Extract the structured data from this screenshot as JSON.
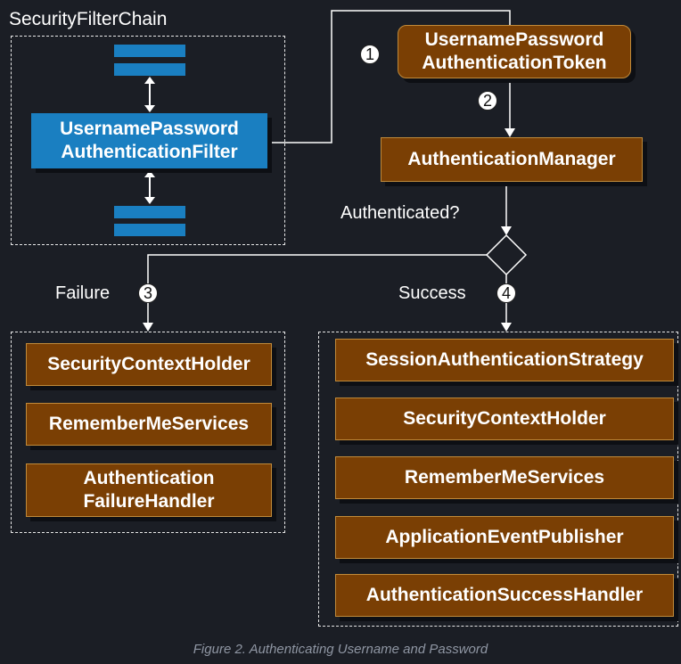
{
  "title": "SecurityFilterChain",
  "filter": {
    "line1": "UsernamePassword",
    "line2": "AuthenticationFilter"
  },
  "token": {
    "line1": "UsernamePassword",
    "line2": "AuthenticationToken"
  },
  "manager": "AuthenticationManager",
  "question": "Authenticated?",
  "failure": {
    "label": "Failure",
    "step": "3",
    "items": [
      "SecurityContextHolder",
      "RememberMeServices"
    ],
    "handler": {
      "line1": "Authentication",
      "line2": "FailureHandler"
    }
  },
  "success": {
    "label": "Success",
    "step": "4",
    "items": [
      "SessionAuthenticationStrategy",
      "SecurityContextHolder",
      "RememberMeServices",
      "ApplicationEventPublisher",
      "AuthenticationSuccessHandler"
    ]
  },
  "steps": {
    "one": "1",
    "two": "2"
  },
  "caption": "Figure 2. Authenticating Username and Password",
  "colors": {
    "background": "#1b1e25",
    "filter_blue": "#1a7fc1",
    "component_brown": "#7a3f04"
  }
}
